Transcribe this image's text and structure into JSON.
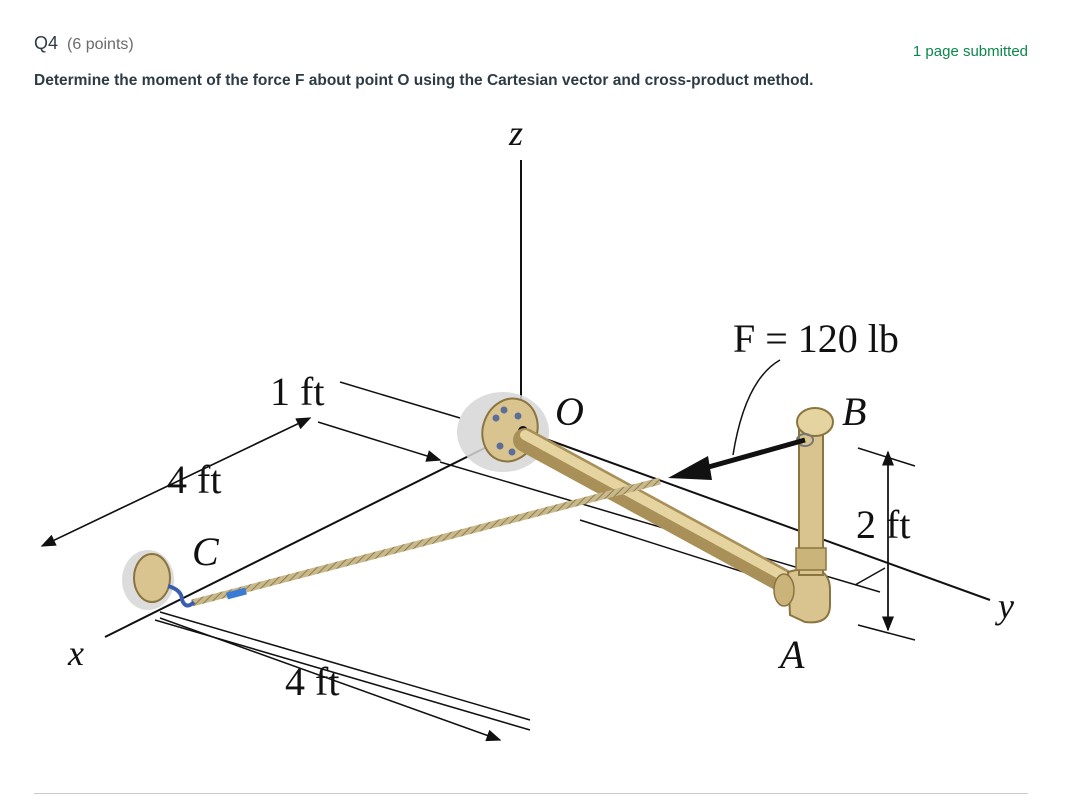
{
  "question": {
    "number": "Q4",
    "points": "(6 points)",
    "status": "1 page submitted",
    "prompt": "Determine the moment of the force F about point O using the Cartesian vector and cross-product method."
  },
  "figure": {
    "labels": {
      "z_axis": "z",
      "x_axis": "x",
      "y_axis": "y",
      "point_o": "O",
      "point_a": "A",
      "point_b": "B",
      "point_c": "C",
      "force": "F = 120 lb",
      "dim_1ft": "1 ft",
      "dim_4ft_left": "4 ft",
      "dim_4ft_bottom": "4 ft",
      "dim_2ft": "2 ft"
    },
    "colors": {
      "pipe": "#d9c48f",
      "pipe_dark": "#a89058",
      "rope": "#b8a878",
      "clip": "#3b7bd4",
      "shadow": "#bdbdbd"
    }
  }
}
